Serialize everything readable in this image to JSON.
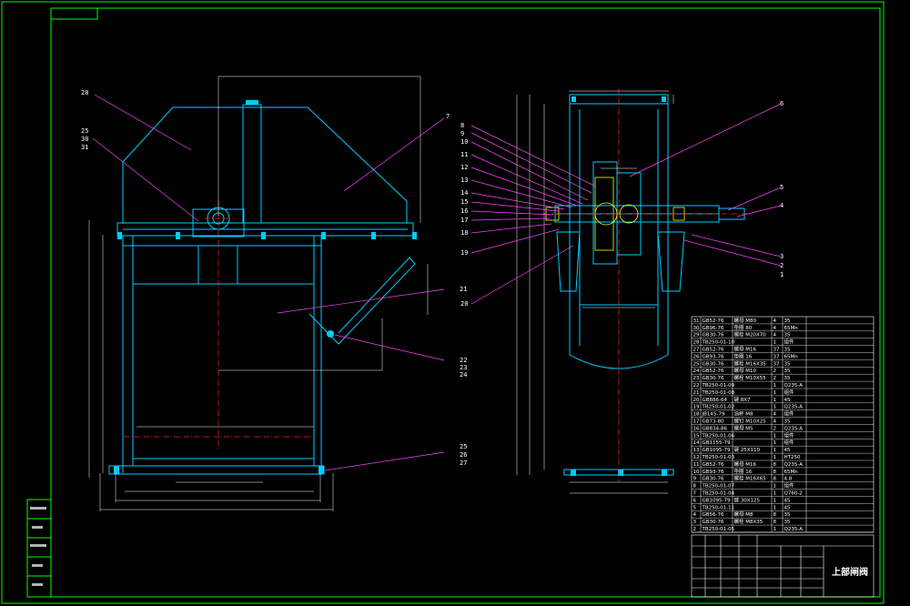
{
  "title_block": {
    "title": "上部闸阀"
  },
  "colors": {
    "background": "#000000",
    "frame": "#00ff00",
    "outline": "#00ccff",
    "leader": "#ff44ff",
    "text": "#ffffff",
    "detail": "#ffff00"
  },
  "front_view_labels": [
    "28",
    "25",
    "30",
    "31",
    "7",
    "21",
    "22",
    "23",
    "24",
    "25",
    "26",
    "27"
  ],
  "side_view_labels": [
    "8",
    "9",
    "10",
    "11",
    "12",
    "13",
    "14",
    "15",
    "16",
    "17",
    "18",
    "19",
    "20",
    "6",
    "5",
    "4",
    "3",
    "2",
    "1"
  ],
  "bom_rows": [
    [
      "31",
      "GB52-76",
      "螺母 M80",
      "4",
      "35"
    ],
    [
      "30",
      "GB96-76",
      "垫圈 80",
      "4",
      "65Mn"
    ],
    [
      "29",
      "GB30-76",
      "螺栓 M20X70",
      "4",
      "35"
    ],
    [
      "28",
      "TB250-01-10",
      "",
      "1",
      "组件"
    ],
    [
      "27",
      "GB52-76",
      "螺母 M16",
      "37",
      "35"
    ],
    [
      "26",
      "GB93-76",
      "垫圈 16",
      "37",
      "65Mn"
    ],
    [
      "25",
      "GB30-76",
      "螺栓 M16X35",
      "37",
      "35"
    ],
    [
      "24",
      "GB52-76",
      "螺母 M10",
      "2",
      "35"
    ],
    [
      "23",
      "GB30-76",
      "螺栓 M10X55",
      "2",
      "35"
    ],
    [
      "22",
      "TB250-01-09",
      "",
      "1",
      "Q235-A"
    ],
    [
      "21",
      "TB250-01-08",
      "",
      "1",
      "组件"
    ],
    [
      "20",
      "GB886-64",
      "键 8X7",
      "1",
      "45"
    ],
    [
      "19",
      "TB250-01-02",
      "",
      "1",
      "Q235-A"
    ],
    [
      "18",
      "JB145-79",
      "油杯 M8",
      "4",
      "组件"
    ],
    [
      "17",
      "GB73-80",
      "螺钉 M10X25",
      "4",
      "35"
    ],
    [
      "16",
      "GB834-86",
      "螺母 M5",
      "2",
      "Q235-A"
    ],
    [
      "15",
      "TB250-01-06",
      "",
      "1",
      "组件"
    ],
    [
      "14",
      "GB1155-79",
      "",
      "1",
      "组件"
    ],
    [
      "13",
      "GB1095-79",
      "键 25X110",
      "1",
      "45"
    ],
    [
      "12",
      "TB250-01-03",
      "",
      "1",
      "HT250"
    ],
    [
      "11",
      "GB52-76",
      "螺母 M16",
      "8",
      "Q235-A"
    ],
    [
      "10",
      "GB93-76",
      "垫圈 16",
      "8",
      "65Mn"
    ],
    [
      "9",
      "GB30-76",
      "螺栓 M16X65",
      "8",
      "4.8"
    ],
    [
      "8",
      "TB250-01-07",
      "",
      "1",
      "组件"
    ],
    [
      "7",
      "TB250-01-04",
      "",
      "1",
      "Q760-2"
    ],
    [
      "6",
      "GB1095-79",
      "键 30X125",
      "1",
      "45"
    ],
    [
      "5",
      "TB250-01-11",
      "",
      "1",
      "45"
    ],
    [
      "4",
      "GB56-76",
      "螺母 M8",
      "8",
      "35"
    ],
    [
      "3",
      "GB30-76",
      "螺栓 M8X35",
      "8",
      "35"
    ],
    [
      "2",
      "TB250-01-05",
      "",
      "1",
      "Q235-A"
    ]
  ],
  "left_stamps": [
    "",
    "",
    "",
    "",
    ""
  ]
}
